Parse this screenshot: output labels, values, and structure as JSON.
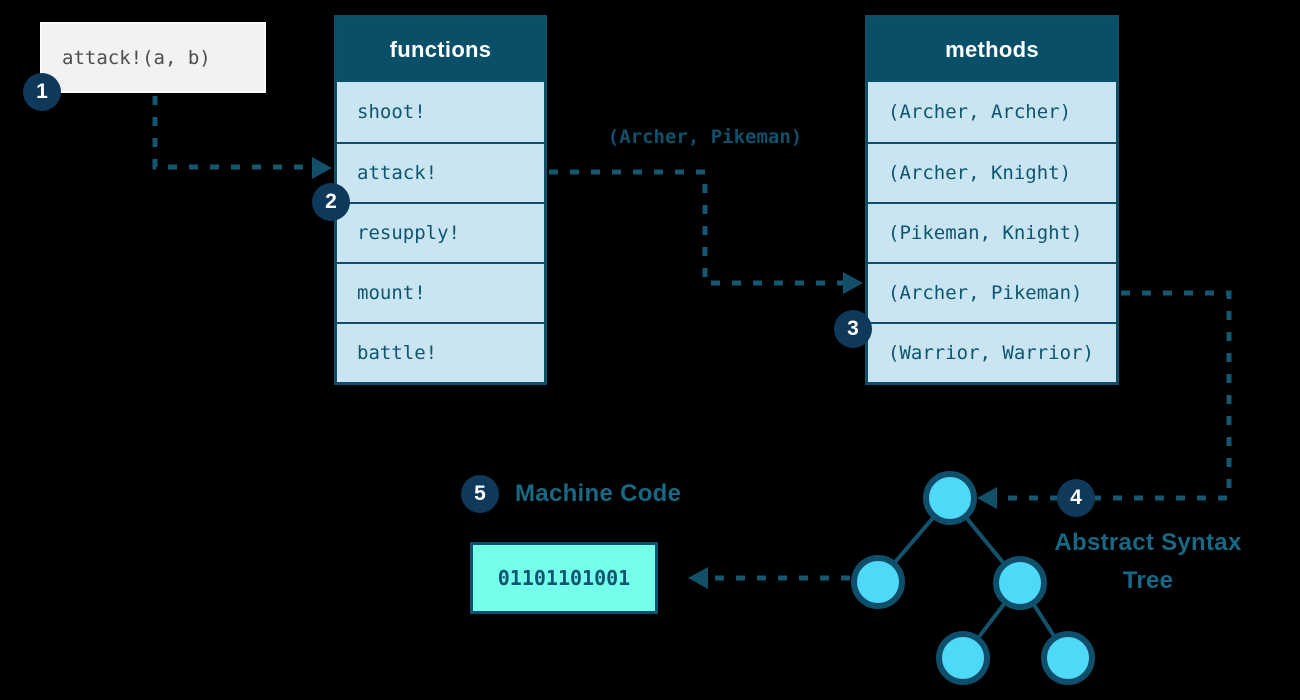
{
  "call_box": {
    "code": "attack!(a, b)"
  },
  "steps": [
    "1",
    "2",
    "3",
    "4",
    "5"
  ],
  "functions_table": {
    "header": "functions",
    "rows": [
      "shoot!",
      "attack!",
      "resupply!",
      "mount!",
      "battle!"
    ]
  },
  "methods_table": {
    "header": "methods",
    "rows": [
      "(Archer, Archer)",
      "(Archer, Knight)",
      "(Pikeman, Knight)",
      "(Archer, Pikeman)",
      "(Warrior, Warrior)"
    ]
  },
  "dispatch_label": "(Archer, Pikeman)",
  "machine_code": {
    "label": "Machine Code",
    "value": "01101101001"
  },
  "ast_label": {
    "line1": "Abstract Syntax",
    "line2": "Tree"
  },
  "colors": {
    "background": "#000000",
    "header_teal": "#084F67",
    "table_border": "#0E4F68",
    "row_blue": "#C9E5F1",
    "cell_text": "#0F5570",
    "badge_navy": "#0F395A",
    "dash_teal": "#14576F",
    "node_fill": "#4FD9F8",
    "node_stroke": "#0F4F6B",
    "machine_code_fill": "#73FFE9",
    "label_teal": "#176884",
    "call_box_bg": "#F2F2F2",
    "call_text": "#4D4D4D"
  }
}
